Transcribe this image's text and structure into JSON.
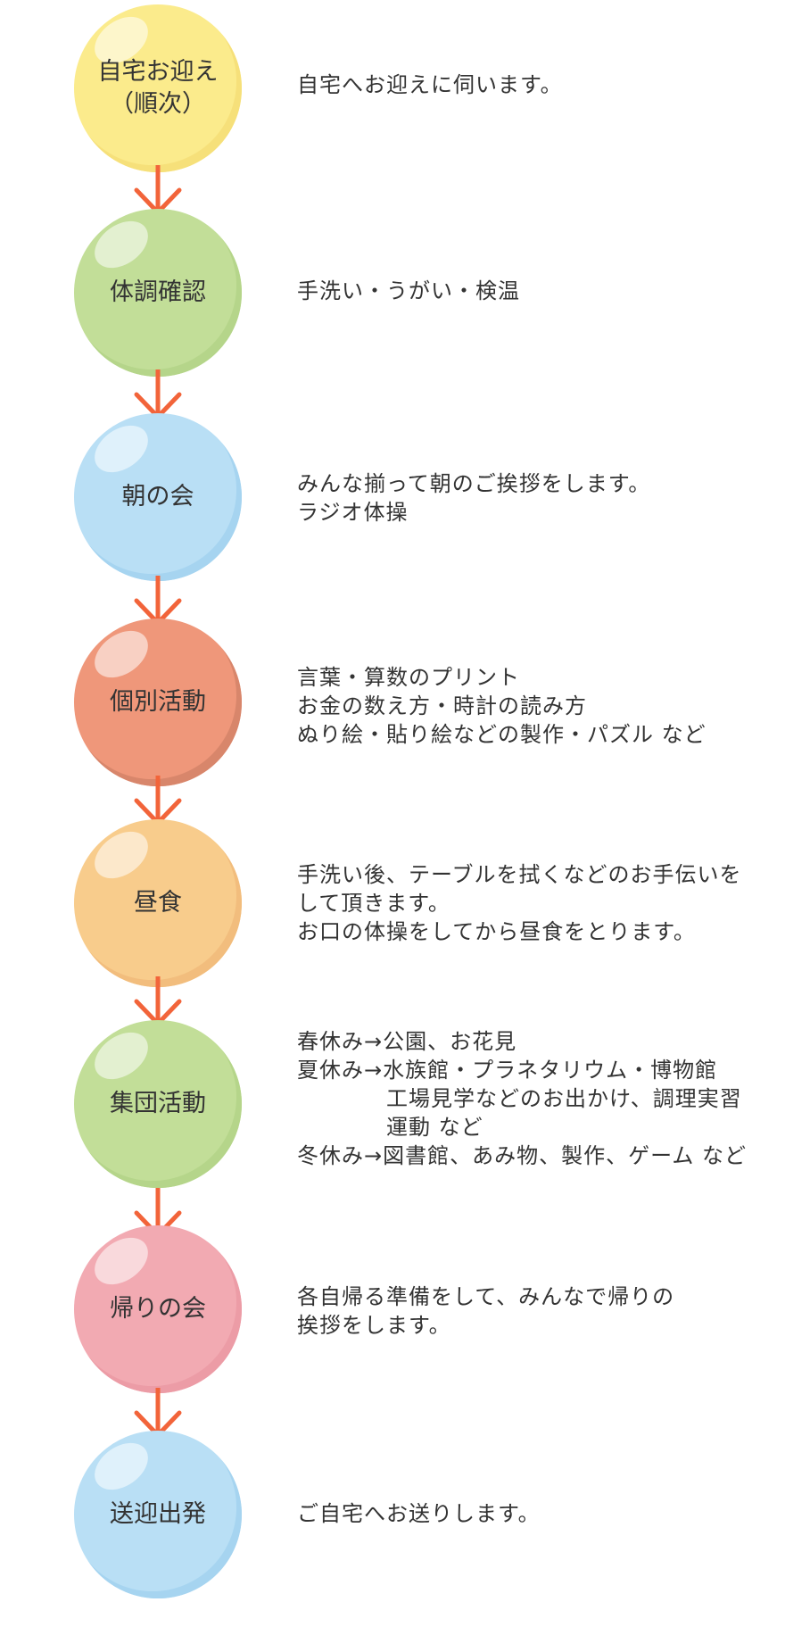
{
  "steps": [
    {
      "label": "自宅お迎え\n（順次）",
      "desc": "自宅へお迎えに伺います。",
      "fill": "#fbeb8c",
      "rim": "#f6e07a"
    },
    {
      "label": "体調確認",
      "desc": "手洗い・うがい・検温",
      "fill": "#c2de98",
      "rim": "#b5d58a"
    },
    {
      "label": "朝の会",
      "desc": "みんな揃って朝のご挨拶をします。\nラジオ体操",
      "fill": "#b9dff5",
      "rim": "#a6d4f0"
    },
    {
      "label": "個別活動",
      "desc": "言葉・算数のプリント\nお金の数え方・時計の読み方\nぬり絵・貼り絵などの製作・パズル など",
      "fill": "#ef977a",
      "rim": "#d8866b"
    },
    {
      "label": "昼食",
      "desc": "手洗い後、テーブルを拭くなどのお手伝いを\nして頂きます。\nお口の体操をしてから昼食をとります。",
      "fill": "#f8cc8c",
      "rim": "#f2bd7d"
    },
    {
      "label": "集団活動",
      "desc": "春休み→公園、お花見\n夏休み→水族館・プラネタリウム・博物館\n　　　　工場見学などのお出かけ、調理実習\n　　　　運動 など\n冬休み→図書館、あみ物、製作、ゲーム など",
      "fill": "#c2de98",
      "rim": "#b5d58a"
    },
    {
      "label": "帰りの会",
      "desc": "各自帰る準備をして、みんなで帰りの\n挨拶をします。",
      "fill": "#f2aab2",
      "rim": "#ec9ca6"
    },
    {
      "label": "送迎出発",
      "desc": "ご自宅へお送りします。",
      "fill": "#b9dff5",
      "rim": "#a6d4f0"
    }
  ],
  "colors": {
    "arrow": "#f2643a",
    "text": "#333333"
  }
}
